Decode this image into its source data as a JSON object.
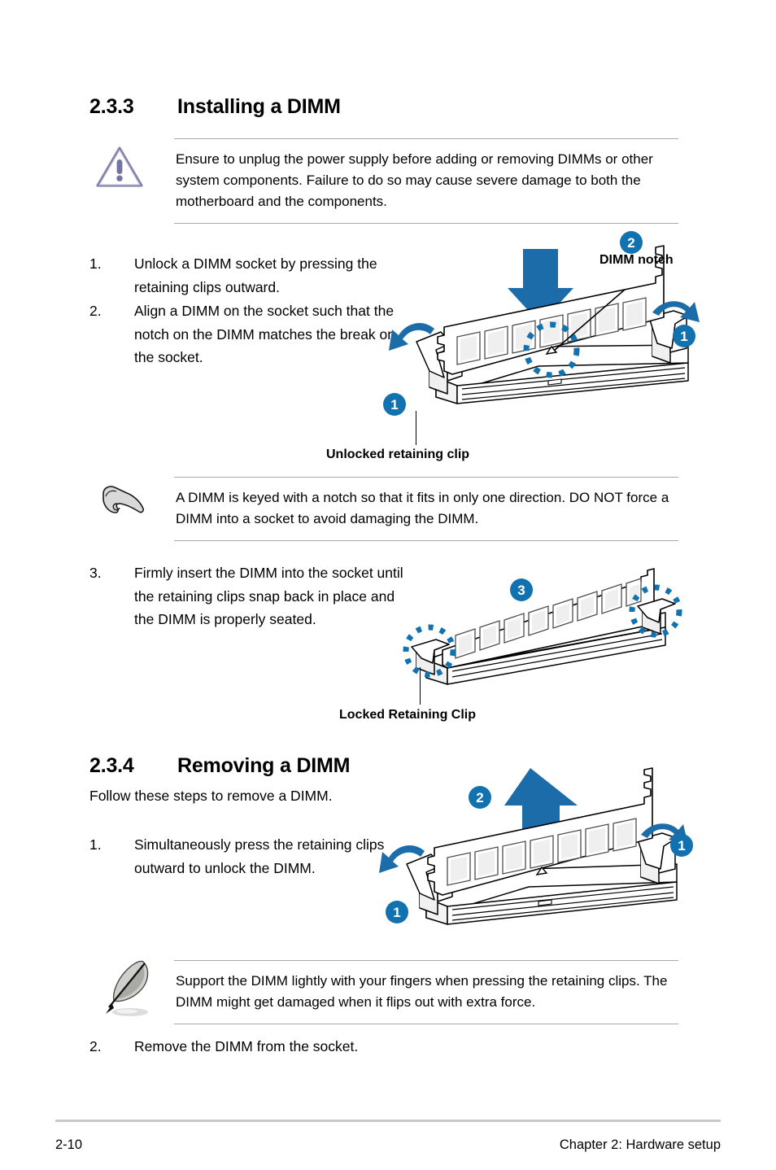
{
  "sections": [
    {
      "number": "2.3.3",
      "title": "Installing a DIMM"
    },
    {
      "number": "2.3.4",
      "title": "Removing a DIMM"
    }
  ],
  "warning": {
    "icon": "warning-triangle-icon",
    "text": "Ensure to unplug the power supply before adding or removing DIMMs or other system components. Failure to do so may cause severe damage to both the motherboard and the components."
  },
  "install_steps": [
    {
      "index": "1.",
      "text": "Unlock a DIMM socket by pressing the retaining clips outward."
    },
    {
      "index": "2.",
      "text": "Align a DIMM on the socket such that the notch on the DIMM matches the break on the socket."
    },
    {
      "index": "3.",
      "text": "Firmly insert the DIMM into the socket until the retaining clips snap back in place and the DIMM is properly seated."
    }
  ],
  "note_keyed": {
    "icon": "pointing-hand-icon",
    "text": "A DIMM is keyed with a notch so that it fits in only one direction. DO NOT force a DIMM into a socket to avoid damaging the DIMM."
  },
  "note_support": {
    "icon": "quill-pen-icon",
    "text": "Support the DIMM lightly with your fingers when pressing the retaining clips. The DIMM might get damaged when it flips out with extra force."
  },
  "removing": {
    "intro": "Follow these steps to remove a DIMM.",
    "steps": [
      {
        "index": "1.",
        "text": "Simultaneously press the retaining clips outward to unlock the DIMM."
      },
      {
        "index": "2.",
        "text": "Remove the DIMM from the socket."
      }
    ]
  },
  "figures": {
    "install_unlock": {
      "caption": "Unlocked retaining clip",
      "annotation": "DIMM notch",
      "callouts": [
        "1",
        "2",
        "1"
      ]
    },
    "install_locked": {
      "caption": "Locked Retaining Clip",
      "callouts": [
        "3"
      ]
    },
    "remove": {
      "callouts": [
        "2",
        "1",
        "1"
      ]
    }
  },
  "colors": {
    "accent_blue": "#1272b0",
    "arrow_blue": "#1b6ca8",
    "rule_gray": "#a8a8a8",
    "warning_purple": "#8484ac",
    "icon_gray": "#d8d8d8"
  },
  "footer": {
    "page_number": "2-10",
    "chapter": "Chapter 2:  Hardware setup"
  }
}
